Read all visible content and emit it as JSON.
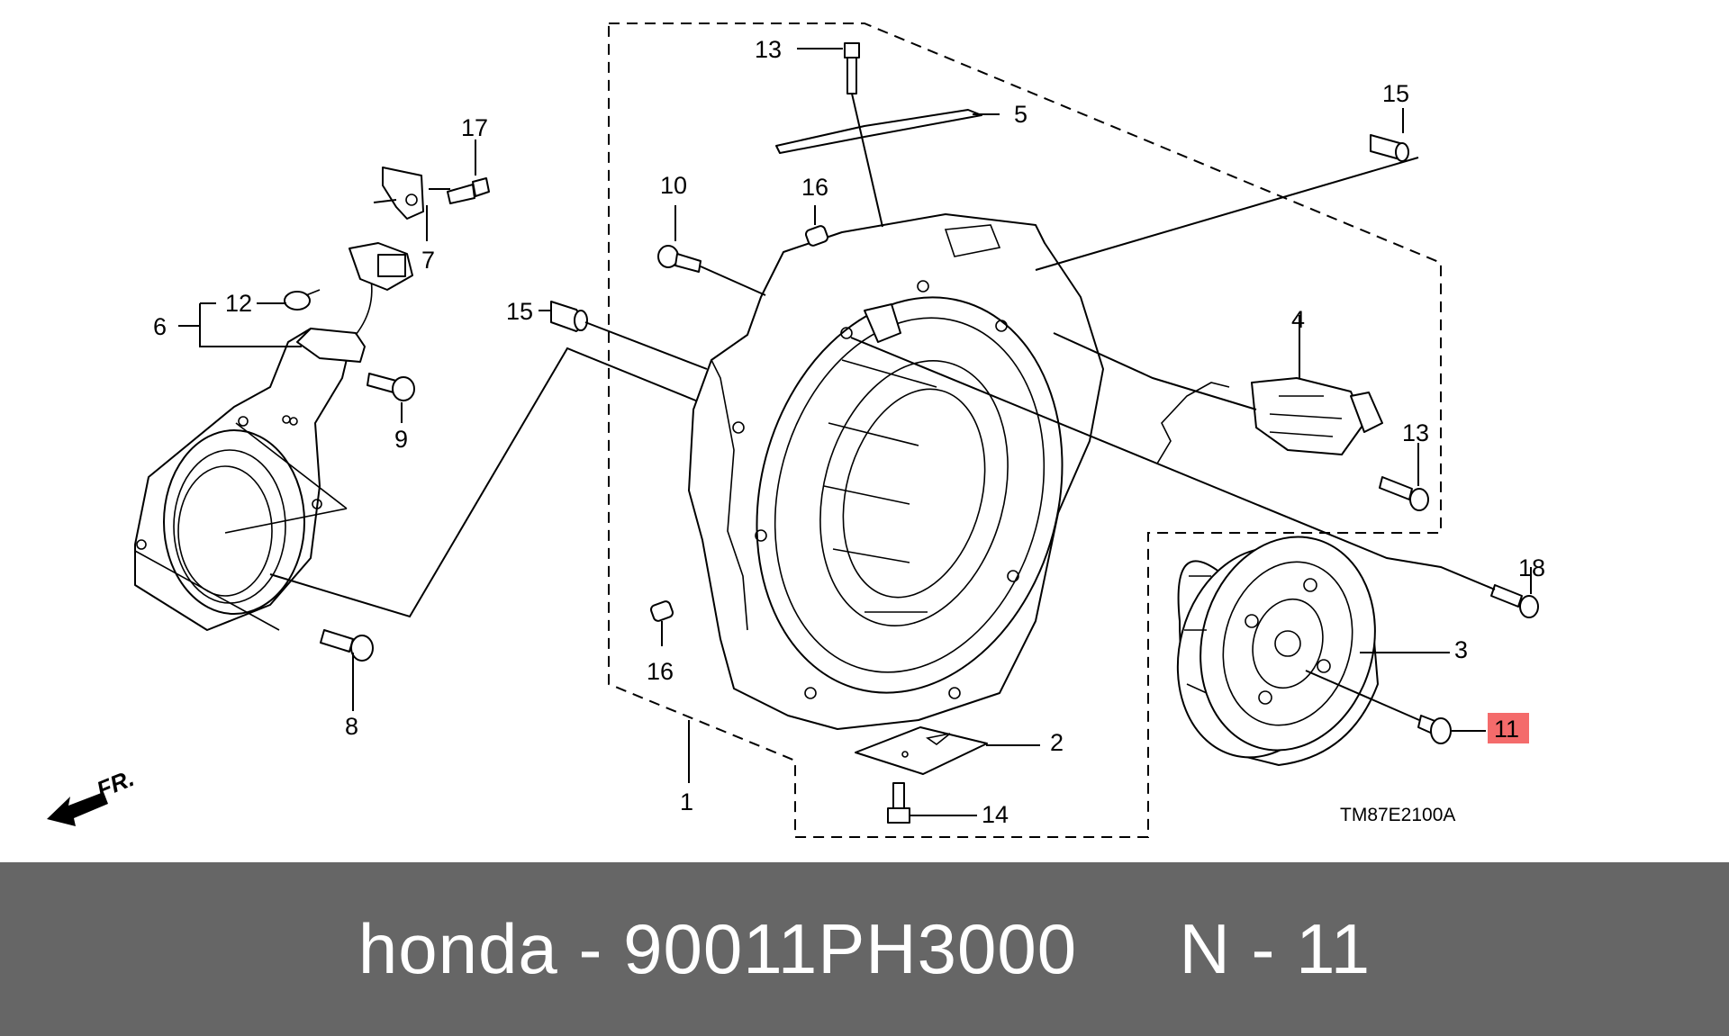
{
  "diagram": {
    "callouts": {
      "c1": "1",
      "c2": "2",
      "c3": "3",
      "c4": "4",
      "c5": "5",
      "c6": "6",
      "c7": "7",
      "c8": "8",
      "c9": "9",
      "c10": "10",
      "c11": "11",
      "c12": "12",
      "c13a": "13",
      "c13b": "13",
      "c14": "14",
      "c15a": "15",
      "c15b": "15",
      "c16a": "16",
      "c16b": "16",
      "c17": "17",
      "c18": "18"
    },
    "highlighted_callout": "11",
    "highlight_color": "#f46b6b",
    "direction_label": "FR.",
    "drawing_code": "TM87E2100A"
  },
  "footer": {
    "brand": "honda",
    "separator1": " - ",
    "part_number": "90011PH3000",
    "gap": "     ",
    "ref_prefix": "N",
    "separator2": " - ",
    "ref_number": "11"
  }
}
